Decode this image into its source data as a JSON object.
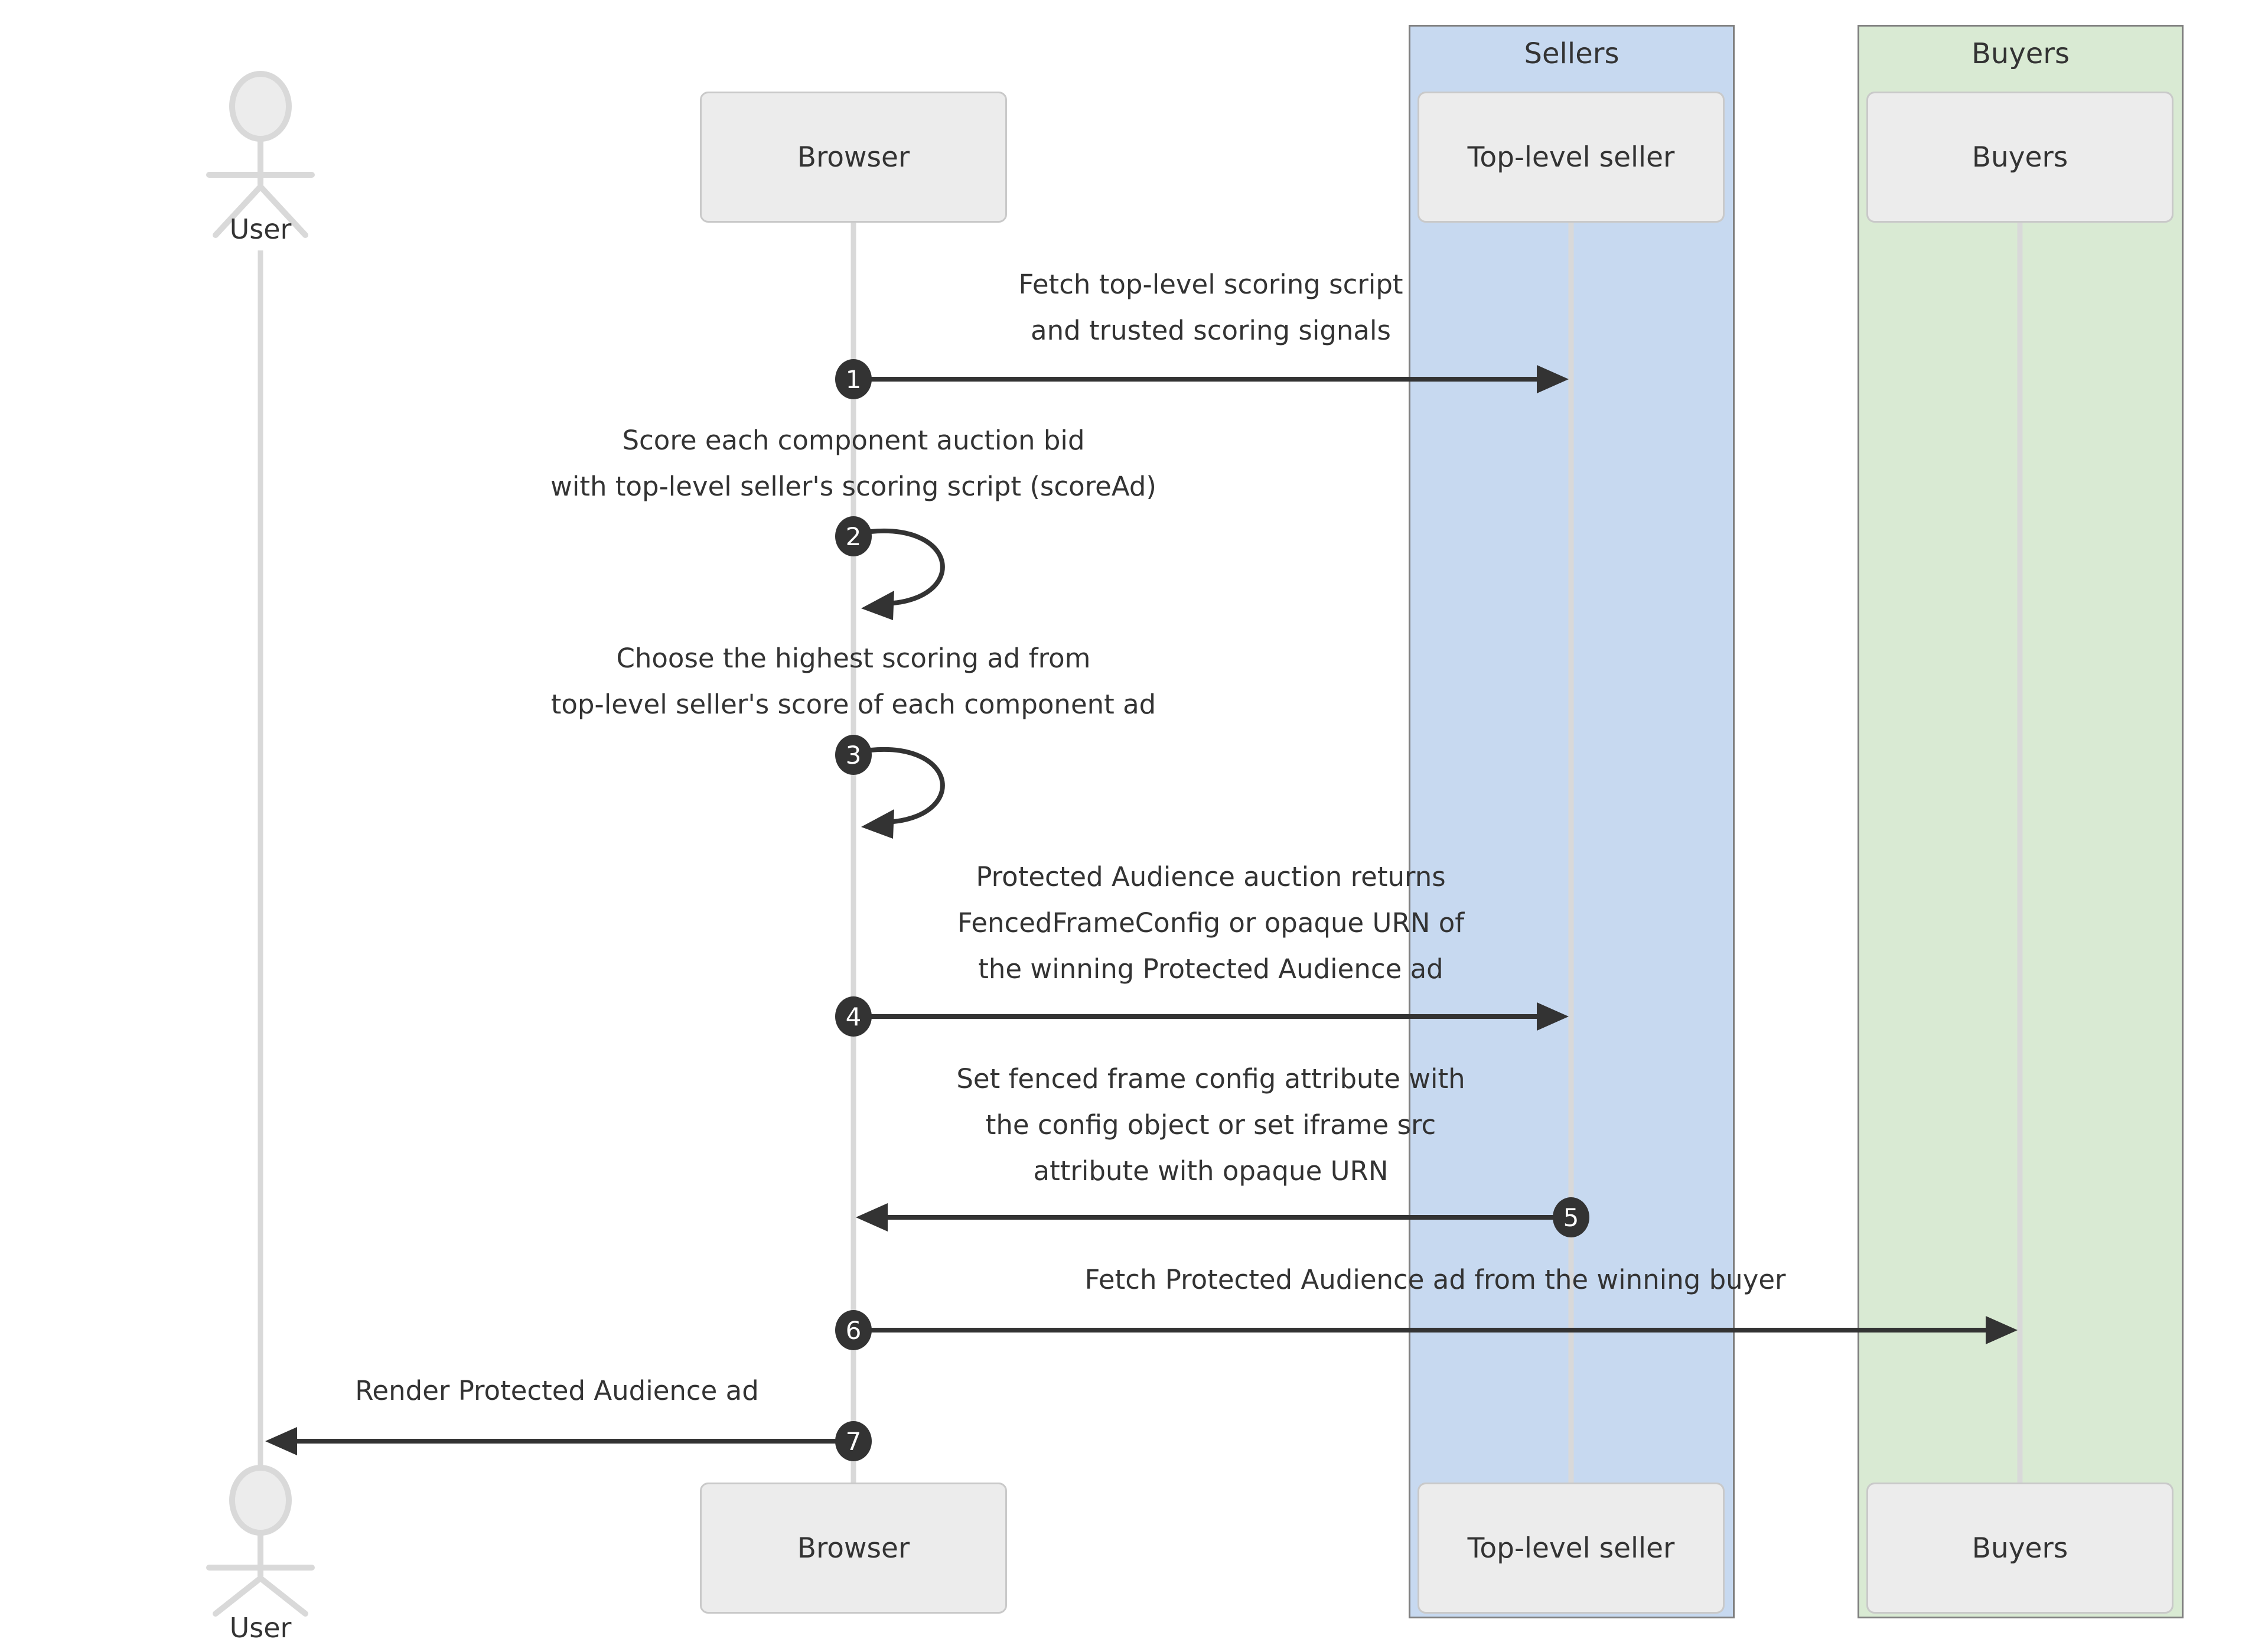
{
  "groups": {
    "sellers": {
      "label": "Sellers"
    },
    "buyers": {
      "label": "Buyers"
    }
  },
  "actors": {
    "user": {
      "label": "User"
    },
    "browser": {
      "label": "Browser"
    },
    "seller": {
      "label": "Top-level seller"
    },
    "buyers": {
      "label": "Buyers"
    }
  },
  "messages": [
    {
      "num": "1",
      "from": "browser",
      "to": "seller",
      "lines": [
        "Fetch top-level scoring script",
        "and trusted scoring signals"
      ]
    },
    {
      "num": "2",
      "from": "browser",
      "to": "browser",
      "lines": [
        "Score each component auction bid",
        "with top-level seller's scoring script (scoreAd)"
      ]
    },
    {
      "num": "3",
      "from": "browser",
      "to": "browser",
      "lines": [
        "Choose the highest scoring ad from",
        "top-level seller's score of each component ad"
      ]
    },
    {
      "num": "4",
      "from": "browser",
      "to": "seller",
      "lines": [
        "Protected Audience auction returns",
        "FencedFrameConfig or opaque URN of",
        "the winning Protected Audience ad"
      ]
    },
    {
      "num": "5",
      "from": "seller",
      "to": "browser",
      "lines": [
        "Set fenced frame config attribute with",
        "the config object or set iframe src",
        "attribute with opaque URN"
      ]
    },
    {
      "num": "6",
      "from": "browser",
      "to": "buyers",
      "lines": [
        "Fetch Protected Audience ad from the winning buyer"
      ]
    },
    {
      "num": "7",
      "from": "browser",
      "to": "user",
      "lines": [
        "Render Protected Audience ad"
      ]
    }
  ],
  "colors": {
    "sellers_fill": "#c7d9f0",
    "buyers_fill": "#d9ead3",
    "band_border": "#7f7f7f",
    "box_fill": "#ececec",
    "box_border": "#c9c9c9",
    "lifeline": "#d9d9d9",
    "arrow": "#333333",
    "badge_fill": "#333333",
    "badge_text": "#ffffff",
    "text": "#333333"
  }
}
